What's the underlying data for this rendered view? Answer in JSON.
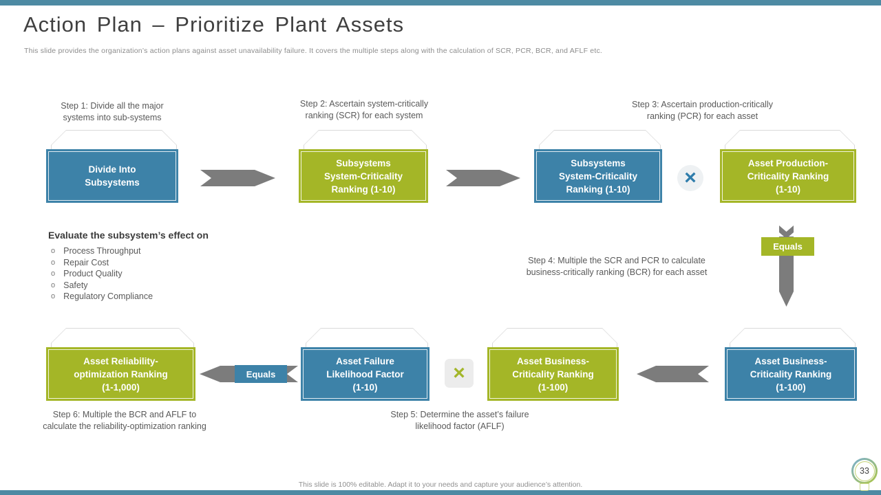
{
  "slide": {
    "title": "Action Plan – Prioritize Plant Assets",
    "subtitle": "This slide provides the organization’s action plans against asset unavailability failure. It covers the multiple steps along with the calculation of SCR, PCR, BCR, and AFLF etc.",
    "footer": "This slide is 100% editable. Adapt it to your needs and capture your audience’s attention.",
    "page_number": "33"
  },
  "steps": {
    "s1": "Step 1: Divide all the major\nsystems into sub-systems",
    "s2": "Step 2: Ascertain system-critically\nranking (SCR) for each system",
    "s3": "Step 3: Ascertain production-critically\nranking (PCR) for each asset",
    "s4": "Step 4: Multiple the SCR and PCR to calculate\nbusiness-critically ranking (BCR) for each asset",
    "s5": "Step 5: Determine the asset’s failure\nlikelihood factor (AFLF)",
    "s6": "Step 6: Multiple the BCR and AFLF to\ncalculate the reliability-optimization ranking"
  },
  "boxes": {
    "top": [
      {
        "label": "Divide Into\nSubsystems",
        "color": "blue"
      },
      {
        "label": "Subsystems\nSystem-Criticality\nRanking (1-10)",
        "color": "green"
      },
      {
        "label": "Subsystems\nSystem-Criticality\nRanking (1-10)",
        "color": "blue"
      },
      {
        "label": "Asset Production-\nCriticality Ranking\n(1-10)",
        "color": "green"
      }
    ],
    "bottom": [
      {
        "label": "Asset Reliability-\noptimization Ranking\n(1-1,000)",
        "color": "green"
      },
      {
        "label": "Asset Failure\nLikelihood Factor\n(1-10)",
        "color": "blue"
      },
      {
        "label": "Asset Business-\nCriticality Ranking\n(1-100)",
        "color": "green"
      },
      {
        "label": "Asset Business-\nCriticality Ranking\n(1-100)",
        "color": "blue"
      }
    ]
  },
  "evaluate": {
    "heading": "Evaluate the subsystem’s effect on",
    "bullet": "o",
    "items": [
      "Process Throughput",
      "Repair Cost",
      "Product Quality",
      "Safety",
      "Regulatory Compliance"
    ]
  },
  "operators": {
    "multiply": "×",
    "equals_top": "Equals",
    "equals_bottom": "Equals"
  },
  "colors": {
    "box_blue": "#3d82a8",
    "box_green": "#a4b627",
    "arrow_gray": "#7c7c7c",
    "accent_bar_teal": "#4d8aa3"
  }
}
